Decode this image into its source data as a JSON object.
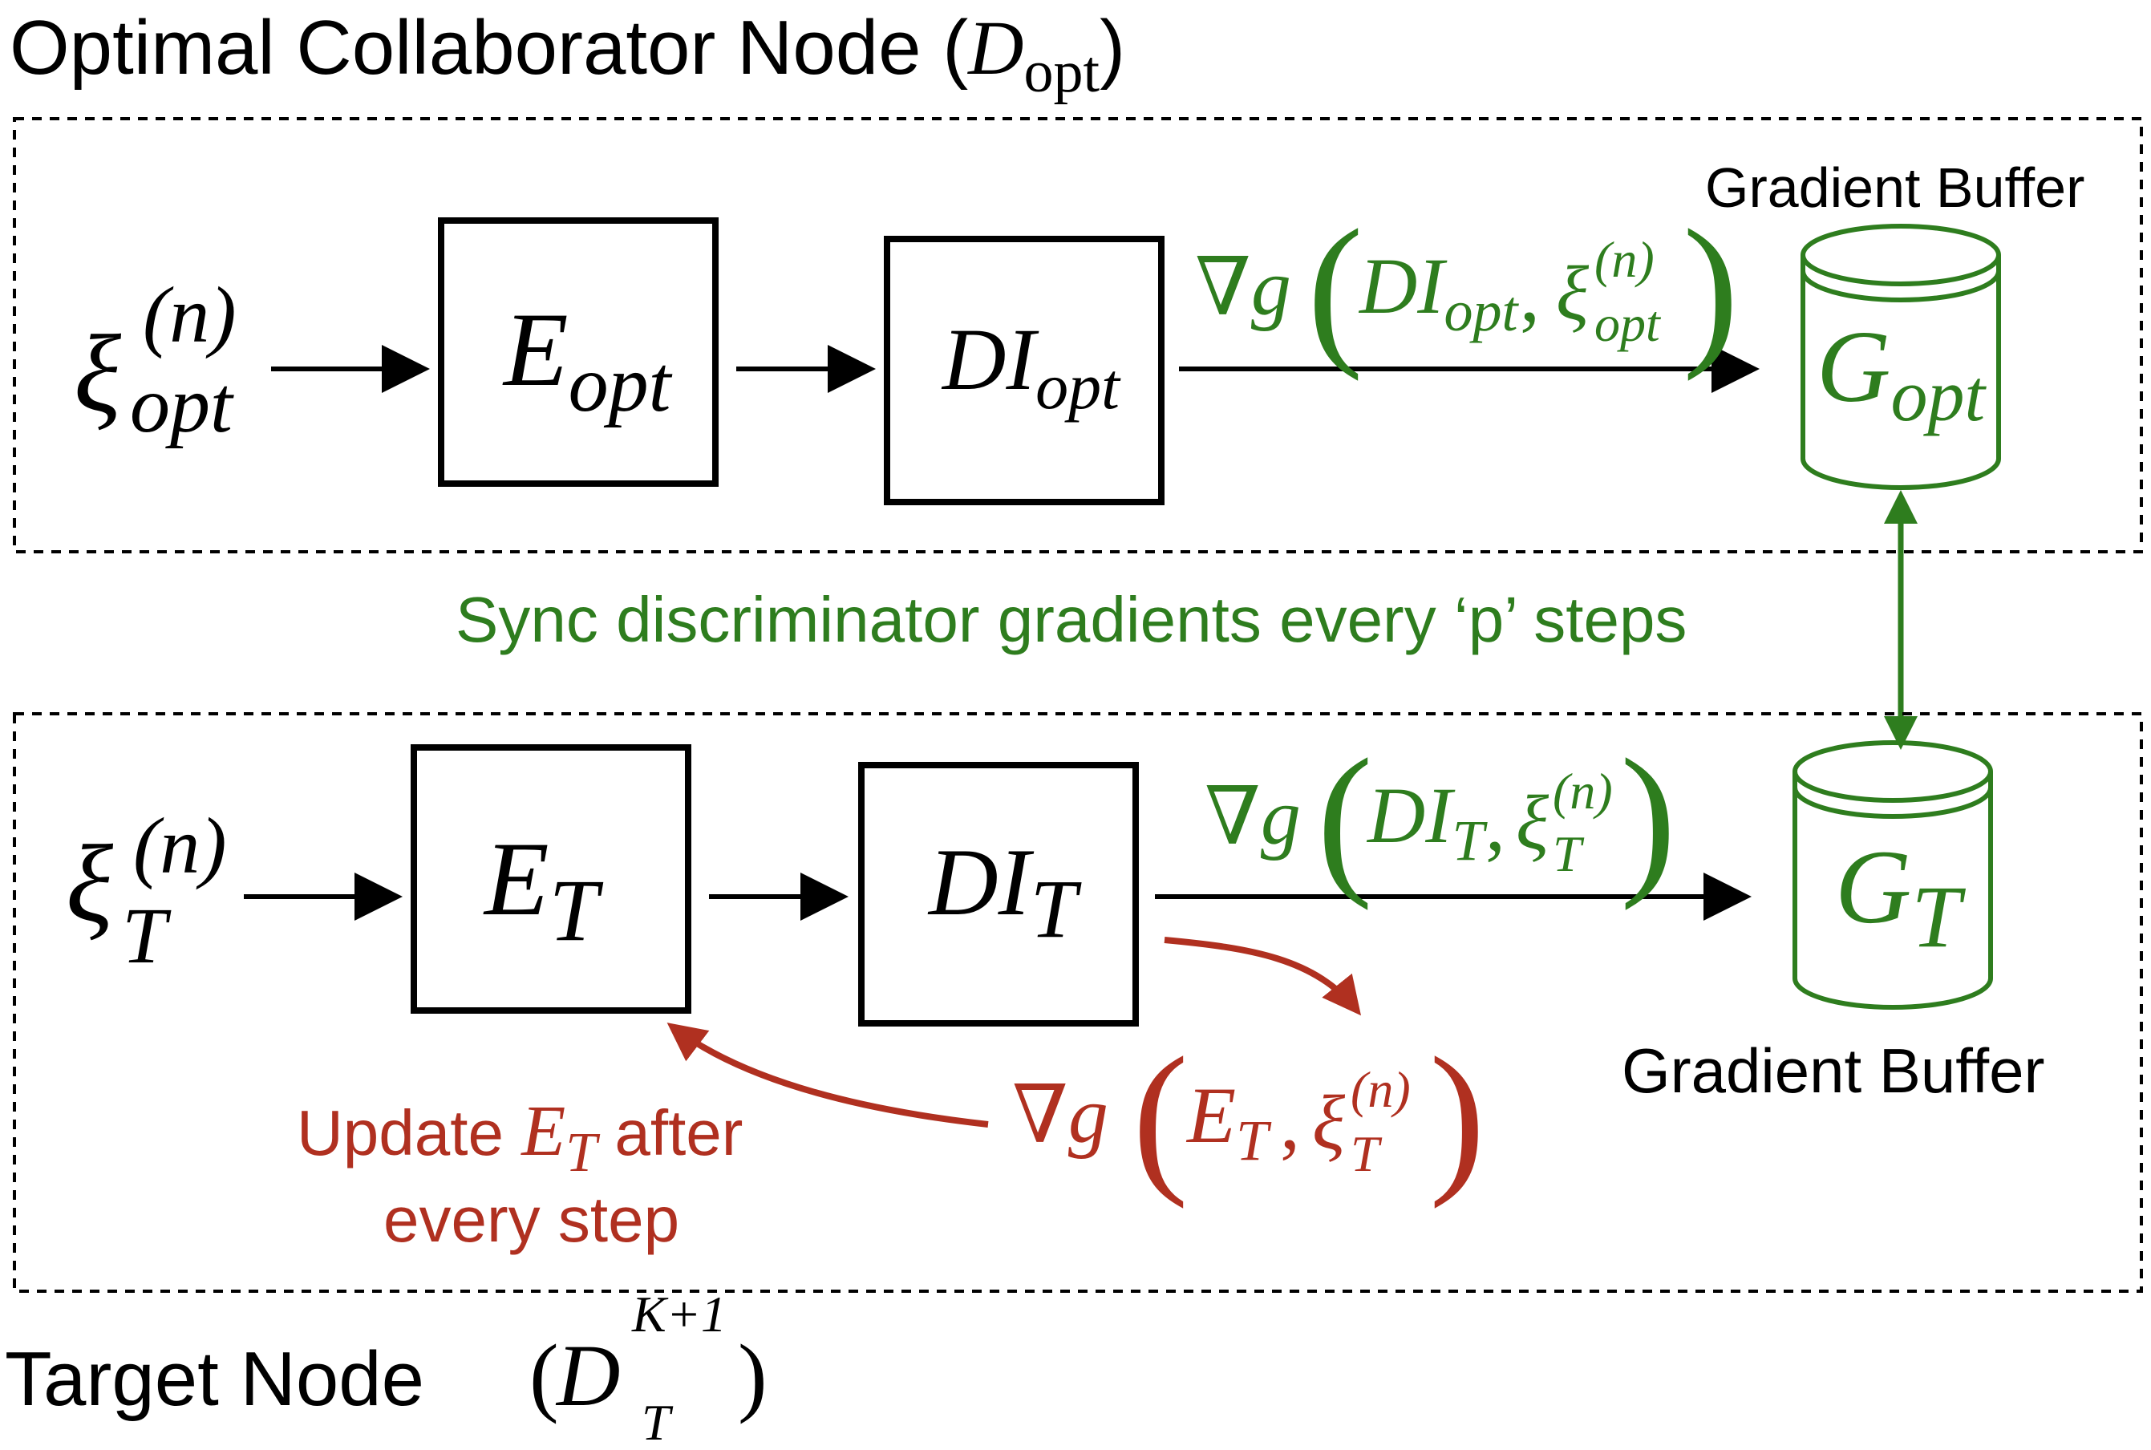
{
  "colors": {
    "black": "#000000",
    "green": "#2e7d1e",
    "red": "#b03020"
  },
  "top_node": {
    "title": "Optimal Collaborator Node (",
    "title_var": "D",
    "title_sub": "opt",
    "title_close": ")",
    "input": {
      "base": "ξ",
      "sup": "(n)",
      "sub": "opt"
    },
    "encoder": {
      "base": "E",
      "sub": "opt"
    },
    "discriminator": {
      "base": "DI",
      "sub": "opt"
    },
    "gradient": {
      "nabla": "∇g",
      "open": "(",
      "arg1": "DI",
      "arg1_sub": "opt",
      "comma": ",",
      "arg2": "ξ",
      "arg2_sup": "(n)",
      "arg2_sub": "opt",
      "close": ")"
    },
    "buffer_label": "Gradient Buffer",
    "buffer": {
      "base": "G",
      "sub": "opt"
    }
  },
  "sync_label": "Sync discriminator gradients every ‘p’ steps",
  "bottom_node": {
    "title": "Target Node",
    "title_open": "(",
    "title_var": "D",
    "title_sup": "K+1",
    "title_sub": "T",
    "title_close": ")",
    "input": {
      "base": "ξ",
      "sup": "(n)",
      "sub": "T"
    },
    "encoder": {
      "base": "E",
      "sub": "T"
    },
    "discriminator": {
      "base": "DI",
      "sub": "T"
    },
    "gradient": {
      "nabla": "∇g",
      "open": "(",
      "arg1": "DI",
      "arg1_sub": "T",
      "comma": ",",
      "arg2": "ξ",
      "arg2_sup": "(n)",
      "arg2_sub": "T",
      "close": ")"
    },
    "buffer": {
      "base": "G",
      "sub": "T"
    },
    "buffer_label": "Gradient Buffer",
    "encoder_gradient": {
      "nabla": "∇g",
      "open": "(",
      "arg1": "E",
      "arg1_sub": "T",
      "comma": ",",
      "arg2": "ξ",
      "arg2_sup": "(n)",
      "arg2_sub": "T",
      "close": ")"
    },
    "update_line1_pre": "Update ",
    "update_var": "E",
    "update_var_sub": "T",
    "update_line1_post": " after",
    "update_line2": "every step"
  }
}
